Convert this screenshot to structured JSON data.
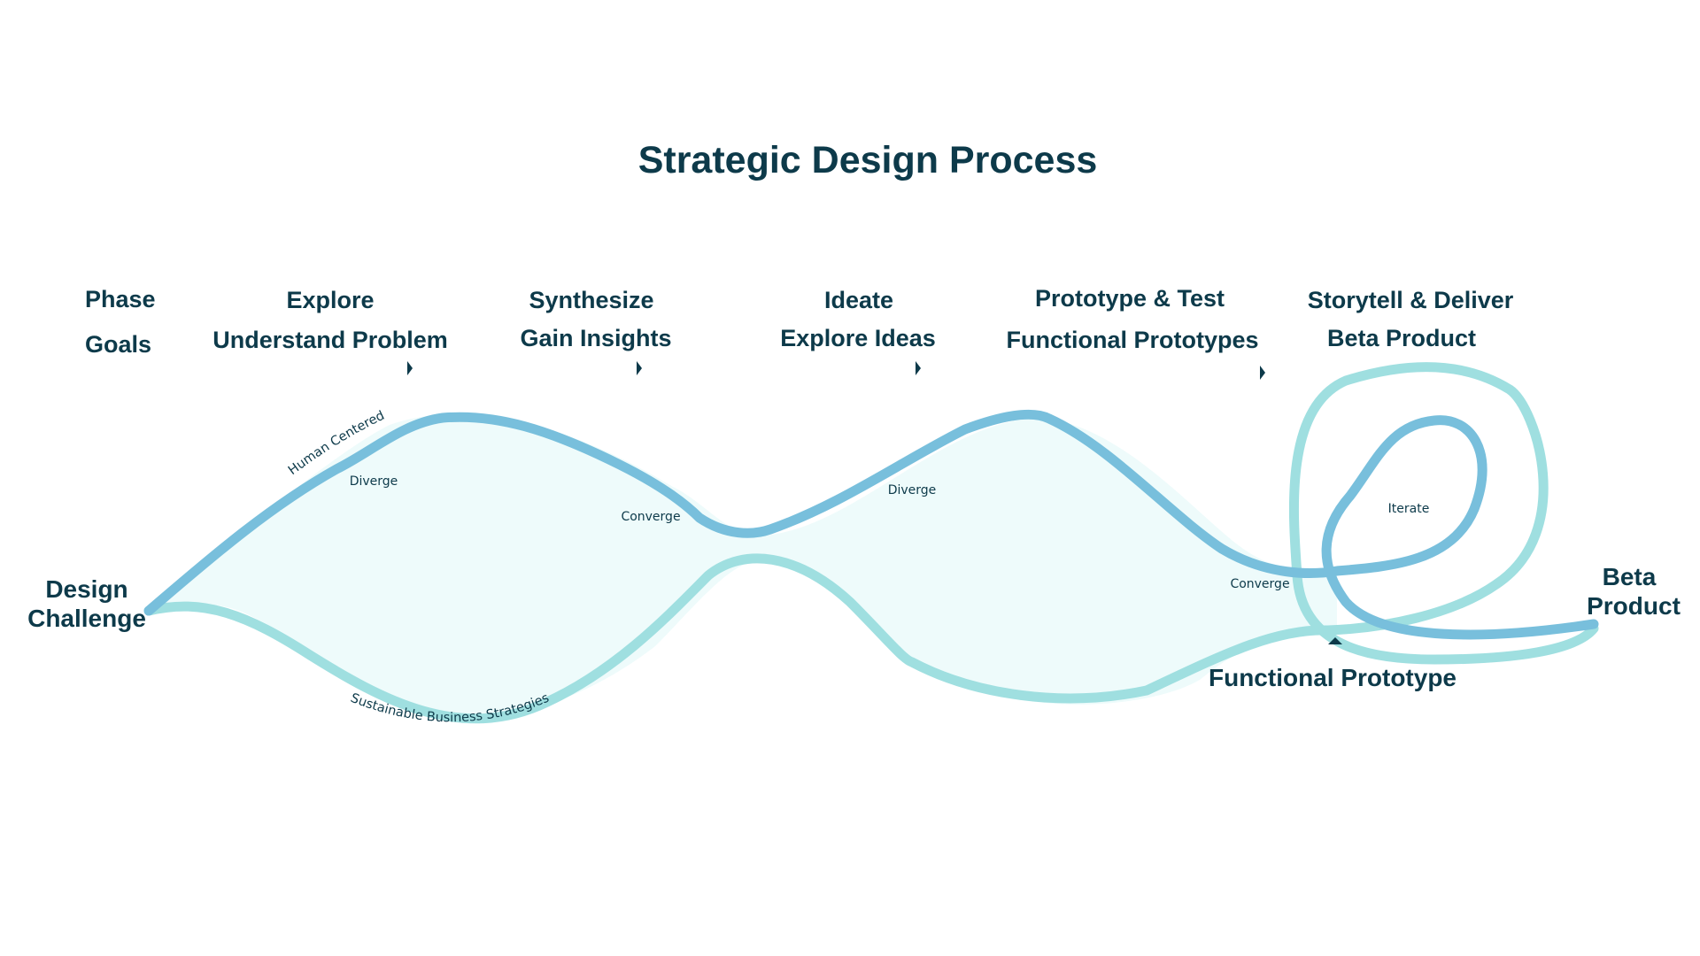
{
  "title": "Strategic Design Process",
  "row_labels": {
    "phase": "Phase",
    "goals": "Goals"
  },
  "phases": [
    {
      "name": "Explore",
      "goal": "Understand Problem"
    },
    {
      "name": "Synthesize",
      "goal": "Gain Insights"
    },
    {
      "name": "Ideate",
      "goal": "Explore Ideas"
    },
    {
      "name": "Prototype & Test",
      "goal": "Functional Prototypes"
    },
    {
      "name": "Storytell & Deliver",
      "goal": "Beta Product"
    }
  ],
  "start": {
    "line1": "Design",
    "line2": "Challenge"
  },
  "end": {
    "line1": "Beta",
    "line2": "Product"
  },
  "milestone": "Functional Prototype",
  "stage_labels": {
    "diverge_1": "Diverge",
    "converge_1": "Converge",
    "diverge_2": "Diverge",
    "converge_2": "Converge",
    "iterate": "Iterate"
  },
  "curve_labels": {
    "upper": "Human Centered",
    "lower": "Sustainable Business Strategies"
  },
  "colors": {
    "text": "#0d3a4a",
    "upper_curve": "#78bfdc",
    "lower_curve": "#9fdfe0",
    "fill": "#eefbfb",
    "marker": "#0d3a4a"
  }
}
